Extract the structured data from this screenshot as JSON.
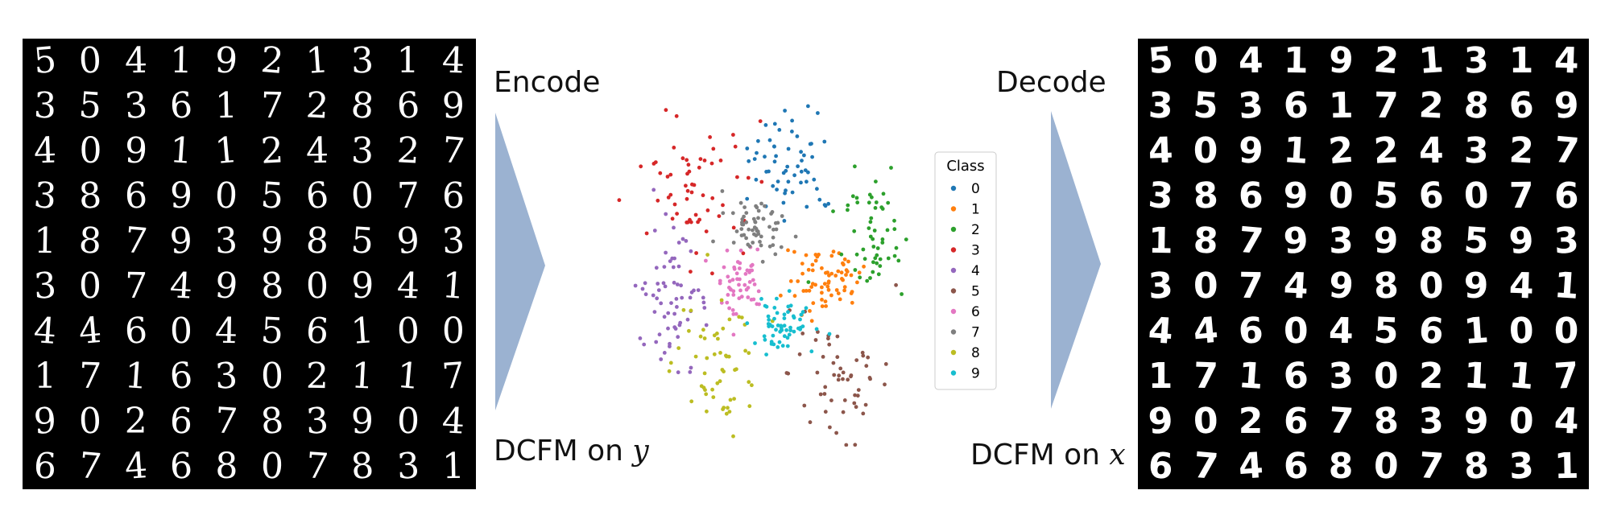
{
  "input_digits": [
    [
      "5",
      "0",
      "4",
      "1",
      "9",
      "2",
      "1",
      "3",
      "1",
      "4"
    ],
    [
      "3",
      "5",
      "3",
      "6",
      "1",
      "7",
      "2",
      "8",
      "6",
      "9"
    ],
    [
      "4",
      "0",
      "9",
      "1",
      "1",
      "2",
      "4",
      "3",
      "2",
      "7"
    ],
    [
      "3",
      "8",
      "6",
      "9",
      "0",
      "5",
      "6",
      "0",
      "7",
      "6"
    ],
    [
      "1",
      "8",
      "7",
      "9",
      "3",
      "9",
      "8",
      "5",
      "9",
      "3"
    ],
    [
      "3",
      "0",
      "7",
      "4",
      "9",
      "8",
      "0",
      "9",
      "4",
      "1"
    ],
    [
      "4",
      "4",
      "6",
      "0",
      "4",
      "5",
      "6",
      "1",
      "0",
      "0"
    ],
    [
      "1",
      "7",
      "1",
      "6",
      "3",
      "0",
      "2",
      "1",
      "1",
      "7"
    ],
    [
      "9",
      "0",
      "2",
      "6",
      "7",
      "8",
      "3",
      "9",
      "0",
      "4"
    ],
    [
      "6",
      "7",
      "4",
      "6",
      "8",
      "0",
      "7",
      "8",
      "3",
      "1"
    ]
  ],
  "output_digits": [
    [
      "5",
      "0",
      "4",
      "1",
      "9",
      "2",
      "1",
      "3",
      "1",
      "4"
    ],
    [
      "3",
      "5",
      "3",
      "6",
      "1",
      "7",
      "2",
      "8",
      "6",
      "9"
    ],
    [
      "4",
      "0",
      "9",
      "1",
      "2",
      "2",
      "4",
      "3",
      "2",
      "7"
    ],
    [
      "3",
      "8",
      "6",
      "9",
      "0",
      "5",
      "6",
      "0",
      "7",
      "6"
    ],
    [
      "1",
      "8",
      "7",
      "9",
      "3",
      "9",
      "8",
      "5",
      "9",
      "3"
    ],
    [
      "3",
      "0",
      "7",
      "4",
      "9",
      "8",
      "0",
      "9",
      "4",
      "1"
    ],
    [
      "4",
      "4",
      "6",
      "0",
      "4",
      "5",
      "6",
      "1",
      "0",
      "0"
    ],
    [
      "1",
      "7",
      "1",
      "6",
      "3",
      "0",
      "2",
      "1",
      "1",
      "7"
    ],
    [
      "9",
      "0",
      "2",
      "6",
      "7",
      "8",
      "3",
      "9",
      "0",
      "4"
    ],
    [
      "6",
      "7",
      "4",
      "6",
      "8",
      "0",
      "7",
      "8",
      "3",
      "1"
    ]
  ],
  "labels": {
    "encode": "Encode",
    "decode": "Decode",
    "dcfm_y_prefix": "DCFM on ",
    "dcfm_y_var": "y",
    "dcfm_x_prefix": "DCFM on ",
    "dcfm_x_var": "x"
  },
  "arrow_color": "#9bb2d1",
  "chart_data": {
    "type": "scatter",
    "legend": {
      "title": "Class",
      "placement": "right",
      "entries": [
        {
          "label": "0",
          "color": "#1f77b4"
        },
        {
          "label": "1",
          "color": "#ff7f0e"
        },
        {
          "label": "2",
          "color": "#2ca02c"
        },
        {
          "label": "3",
          "color": "#d62728"
        },
        {
          "label": "4",
          "color": "#9467bd"
        },
        {
          "label": "5",
          "color": "#8c564b"
        },
        {
          "label": "6",
          "color": "#e377c2"
        },
        {
          "label": "7",
          "color": "#7f7f7f"
        },
        {
          "label": "8",
          "color": "#bcbd22"
        },
        {
          "label": "9",
          "color": "#17becf"
        }
      ]
    },
    "clusters": [
      {
        "class": "0",
        "center": [
          0.6,
          0.2
        ],
        "spread": [
          0.07,
          0.08
        ],
        "count": 60
      },
      {
        "class": "1",
        "center": [
          0.7,
          0.52
        ],
        "spread": [
          0.06,
          0.05
        ],
        "count": 70
      },
      {
        "class": "2",
        "center": [
          0.86,
          0.42
        ],
        "spread": [
          0.06,
          0.1
        ],
        "count": 55
      },
      {
        "class": "3",
        "center": [
          0.28,
          0.28
        ],
        "spread": [
          0.08,
          0.1
        ],
        "count": 60
      },
      {
        "class": "4",
        "center": [
          0.22,
          0.58
        ],
        "spread": [
          0.06,
          0.09
        ],
        "count": 65
      },
      {
        "class": "5",
        "center": [
          0.75,
          0.8
        ],
        "spread": [
          0.08,
          0.1
        ],
        "count": 55
      },
      {
        "class": "6",
        "center": [
          0.43,
          0.52
        ],
        "spread": [
          0.04,
          0.05
        ],
        "count": 55
      },
      {
        "class": "7",
        "center": [
          0.49,
          0.38
        ],
        "spread": [
          0.05,
          0.04
        ],
        "count": 60
      },
      {
        "class": "8",
        "center": [
          0.37,
          0.78
        ],
        "spread": [
          0.07,
          0.08
        ],
        "count": 55
      },
      {
        "class": "9",
        "center": [
          0.56,
          0.65
        ],
        "spread": [
          0.05,
          0.04
        ],
        "count": 60
      }
    ],
    "xlim": [
      0,
      1
    ],
    "ylim": [
      0,
      1
    ],
    "grid": false
  }
}
